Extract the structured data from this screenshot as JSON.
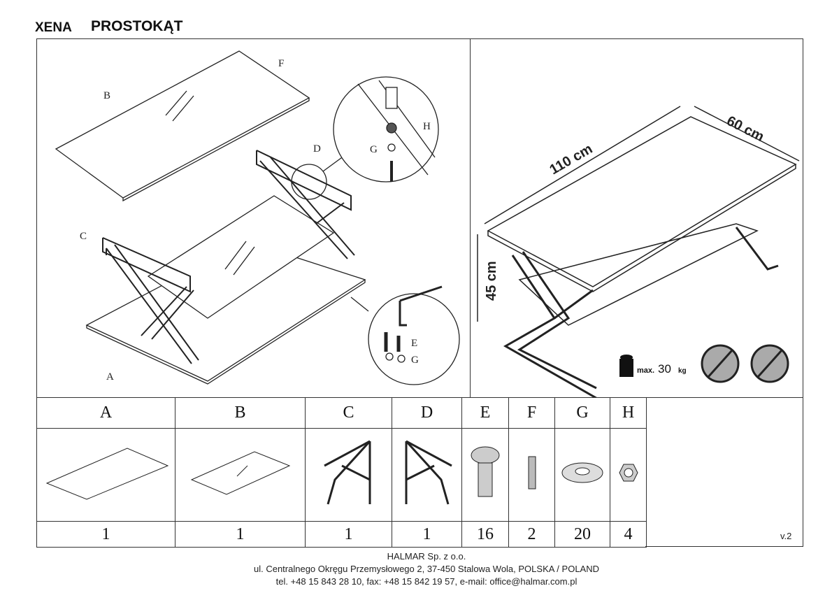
{
  "header": {
    "model": "XENA",
    "variant": "PROSTOKĄT"
  },
  "assembly": {
    "labels": [
      "A",
      "B",
      "C",
      "D",
      "E",
      "F",
      "G",
      "H"
    ]
  },
  "dimensions": {
    "length": "110 cm",
    "width": "60 cm",
    "height": "45 cm"
  },
  "load": {
    "prefix": "max.",
    "value": "30",
    "unit": "kg"
  },
  "warnings": [
    "no-climbing-icon",
    "no-standing-icon"
  ],
  "parts": [
    {
      "letter": "A",
      "qty": "1"
    },
    {
      "letter": "B",
      "qty": "1"
    },
    {
      "letter": "C",
      "qty": "1"
    },
    {
      "letter": "D",
      "qty": "1"
    },
    {
      "letter": "E",
      "qty": "16"
    },
    {
      "letter": "F",
      "qty": "2"
    },
    {
      "letter": "G",
      "qty": "20"
    },
    {
      "letter": "H",
      "qty": "4"
    }
  ],
  "version": "v.2",
  "footer": {
    "company": "HALMAR Sp. z o.o.",
    "address": "ul. Centralnego Okręgu Przemysłowego 2, 37-450 Stalowa Wola, POLSKA / POLAND",
    "contact": "tel. +48 15 843 28 10, fax: +48 15 842 19 57, e-mail: office@halmar.com.pl"
  }
}
